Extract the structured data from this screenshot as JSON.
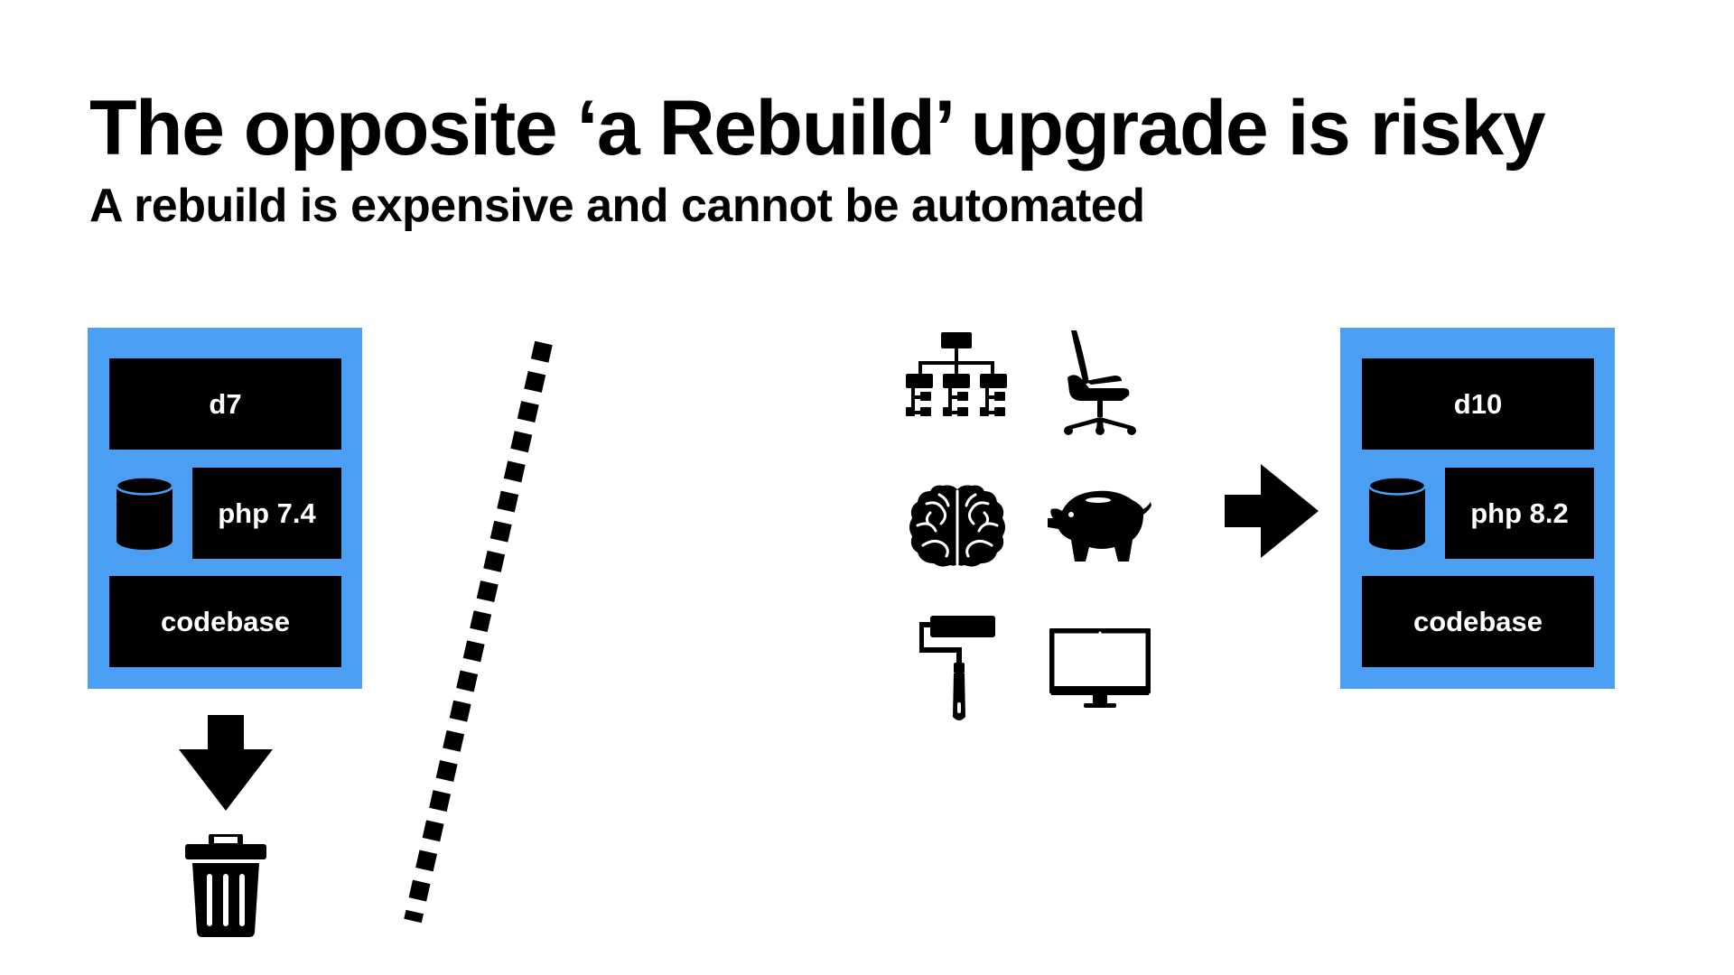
{
  "slide": {
    "title": "The opposite ‘a Rebuild’ upgrade is risky",
    "subtitle": "A rebuild is expensive and cannot be automated"
  },
  "colors": {
    "accent": "#4a9ff5",
    "foreground": "#000000",
    "background": "#ffffff"
  },
  "old_stack": {
    "top_label": "d7",
    "middle_label": "php 7.4",
    "bottom_label": "codebase"
  },
  "new_stack": {
    "top_label": "d10",
    "middle_label": "php 8.2",
    "bottom_label": "codebase"
  },
  "icons": [
    "sitemap-icon",
    "office-chair-icon",
    "brain-icon",
    "piggy-bank-icon",
    "paint-roller-icon",
    "monitor-icon",
    "arrow-right-icon",
    "arrow-down-icon",
    "trash-can-icon",
    "database-icon"
  ]
}
